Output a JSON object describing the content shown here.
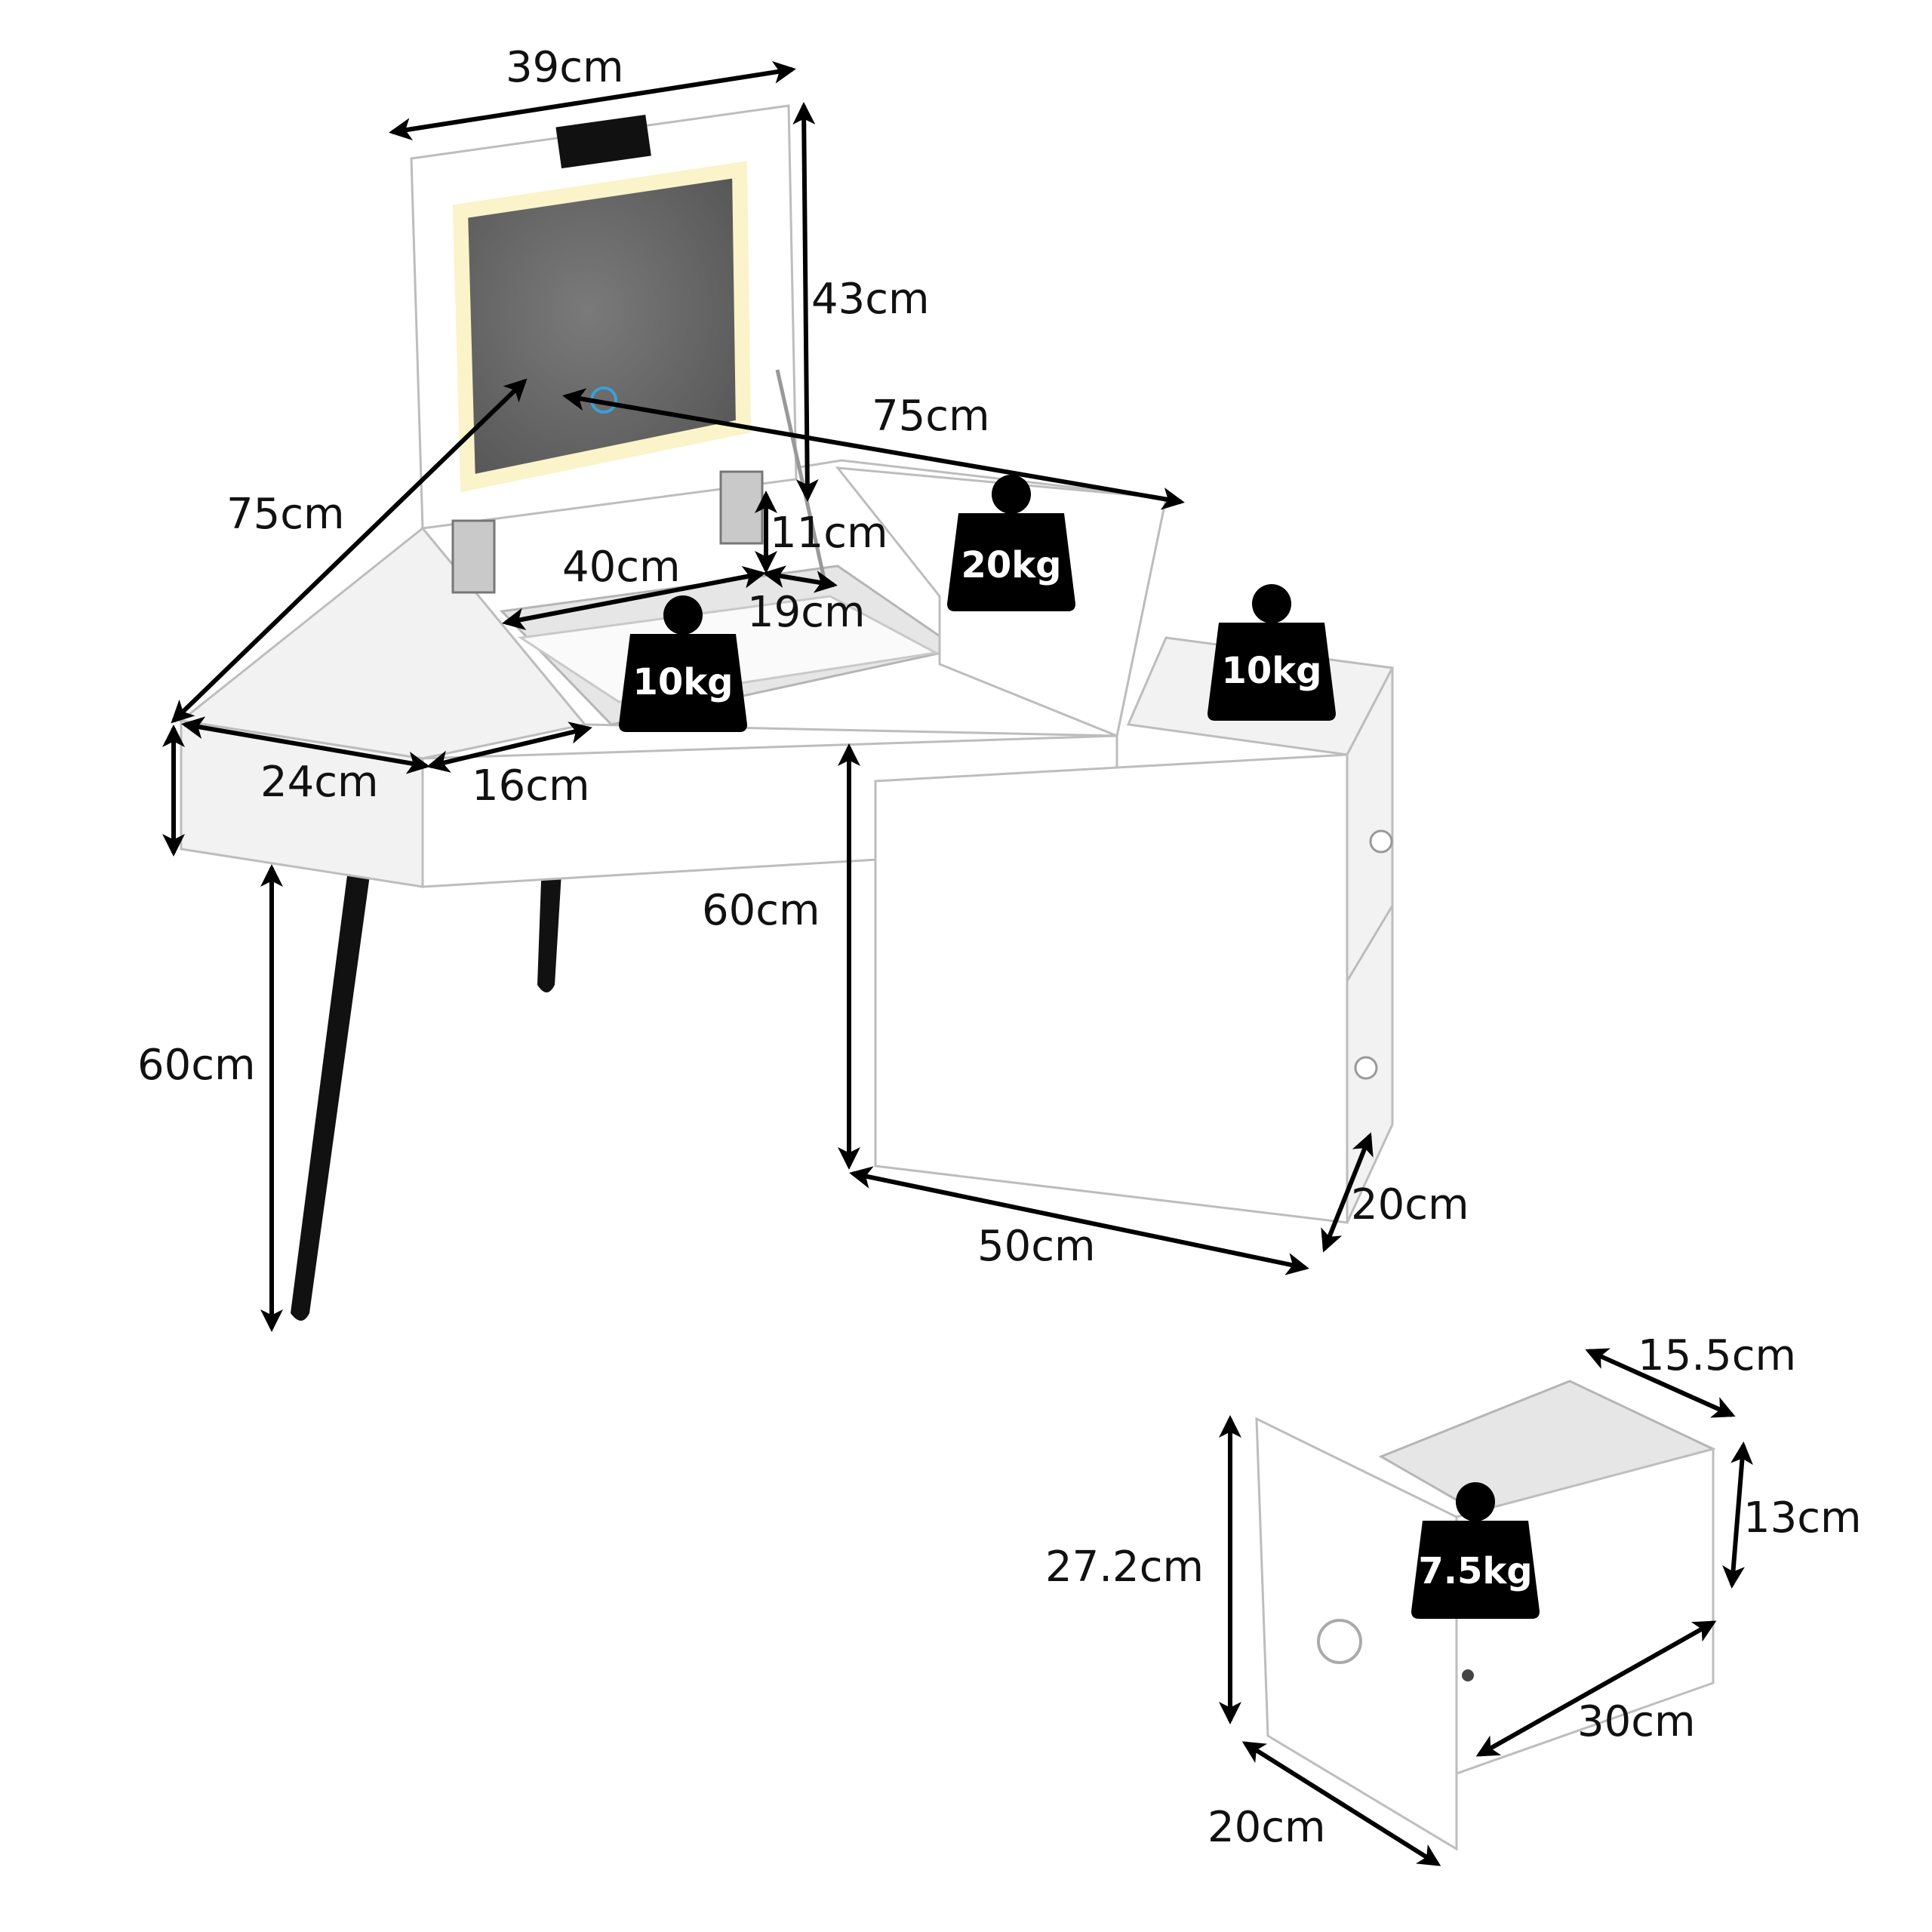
{
  "dimension_labels": {
    "mirror_width": "39cm",
    "mirror_height": "43cm",
    "top_depth_left": "75cm",
    "top_depth_right": "75cm",
    "compartment_width": "40cm",
    "compartment_height": "11cm",
    "compartment_depth": "19cm",
    "side_wing": "24cm",
    "front_segment": "16cm",
    "leg_height": "60cm",
    "cabinet_height": "60cm",
    "cabinet_width": "50cm",
    "cabinet_depth": "20cm",
    "drawer_front_height": "27.2cm",
    "drawer_width": "15.5cm",
    "drawer_inner_height": "13cm",
    "drawer_length": "30cm",
    "drawer_front_width": "20cm"
  },
  "load_labels": {
    "compartment_load": "10kg",
    "side_box_load": "20kg",
    "cabinet_top_load": "10kg",
    "drawer_load": "7.5kg"
  },
  "colors": {
    "furniture": "#ffffff",
    "outline": "#bdbdbd",
    "mirror_glass": "#6b6b6b",
    "led_frame": "#fbf3c9",
    "legs": "#111111",
    "weight_badge": "#000000",
    "arrows": "#000000"
  }
}
